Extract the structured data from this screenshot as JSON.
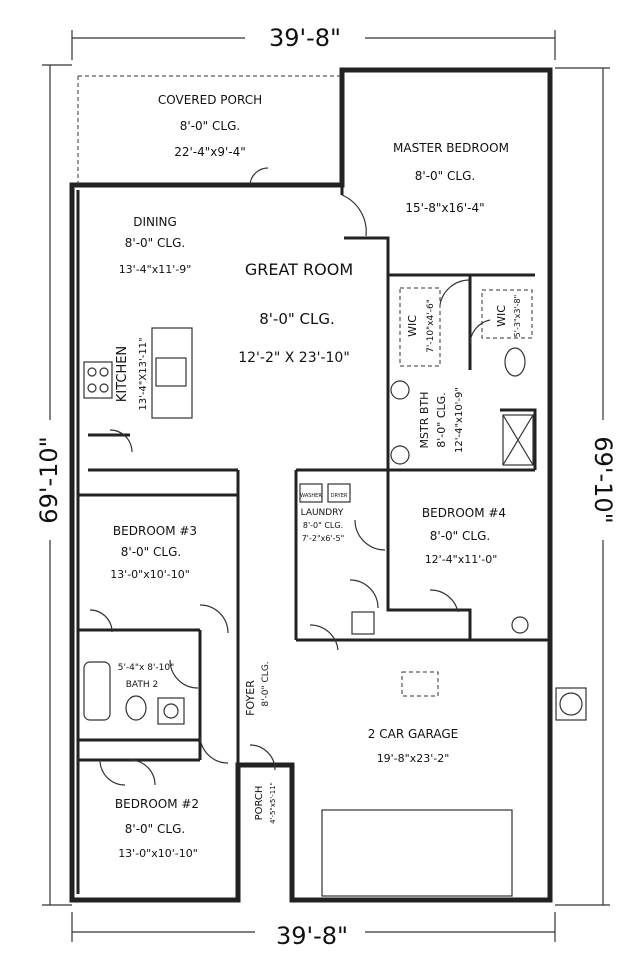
{
  "dimensions": {
    "top": "39'-8\"",
    "bottom": "39'-8\"",
    "left": "69'-10\"",
    "right": "69'-10\""
  },
  "rooms": {
    "covered_porch": {
      "name": "COVERED PORCH",
      "ceiling": "8'-0\" CLG.",
      "size": "22'-4\"x9'-4\""
    },
    "master_bedroom": {
      "name": "MASTER BEDROOM",
      "ceiling": "8'-0\" CLG.",
      "size": "15'-8\"x16'-4\""
    },
    "dining": {
      "name": "DINING",
      "ceiling": "8'-0\" CLG.",
      "size": "13'-4\"x11'-9\""
    },
    "great_room": {
      "name": "GREAT ROOM",
      "ceiling": "8'-0\" CLG.",
      "size": "12'-2\" X 23'-10\""
    },
    "kitchen": {
      "name": "KITCHEN",
      "size": "13'-4\"X13'-11\""
    },
    "wic_1": {
      "name": "WIC",
      "size": "7'-10\"x4'-6\""
    },
    "wic_2": {
      "name": "WIC",
      "size": "5'-3\"x3'-8\""
    },
    "master_bath": {
      "name": "MSTR BTH",
      "ceiling": "8'-0\" CLG.",
      "size": "12'-4\"x10'-9\""
    },
    "laundry": {
      "name": "LAUNDRY",
      "ceiling": "8'-0\" CLG.",
      "size": "7'-2\"x6'-5\"",
      "washer": "WASHER",
      "dryer": "DRYER"
    },
    "bedroom_4": {
      "name": "BEDROOM #4",
      "ceiling": "8'-0\" CLG.",
      "size": "12'-4\"x11'-0\""
    },
    "bedroom_3": {
      "name": "BEDROOM #3",
      "ceiling": "8'-0\" CLG.",
      "size": "13'-0\"x10'-10\""
    },
    "bath_2": {
      "name": "BATH 2",
      "size": "5'-4\"x 8'-10\""
    },
    "foyer": {
      "name": "FOYER",
      "ceiling": "8'-0\" CLG."
    },
    "garage": {
      "name": "2 CAR GARAGE",
      "size": "19'-8\"x23'-2\""
    },
    "porch": {
      "name": "PORCH",
      "size": "4'-5\"x5'-11\""
    },
    "bedroom_2": {
      "name": "BEDROOM #2",
      "ceiling": "8'-0\" CLG.",
      "size": "13'-0\"x10'-10\""
    }
  }
}
